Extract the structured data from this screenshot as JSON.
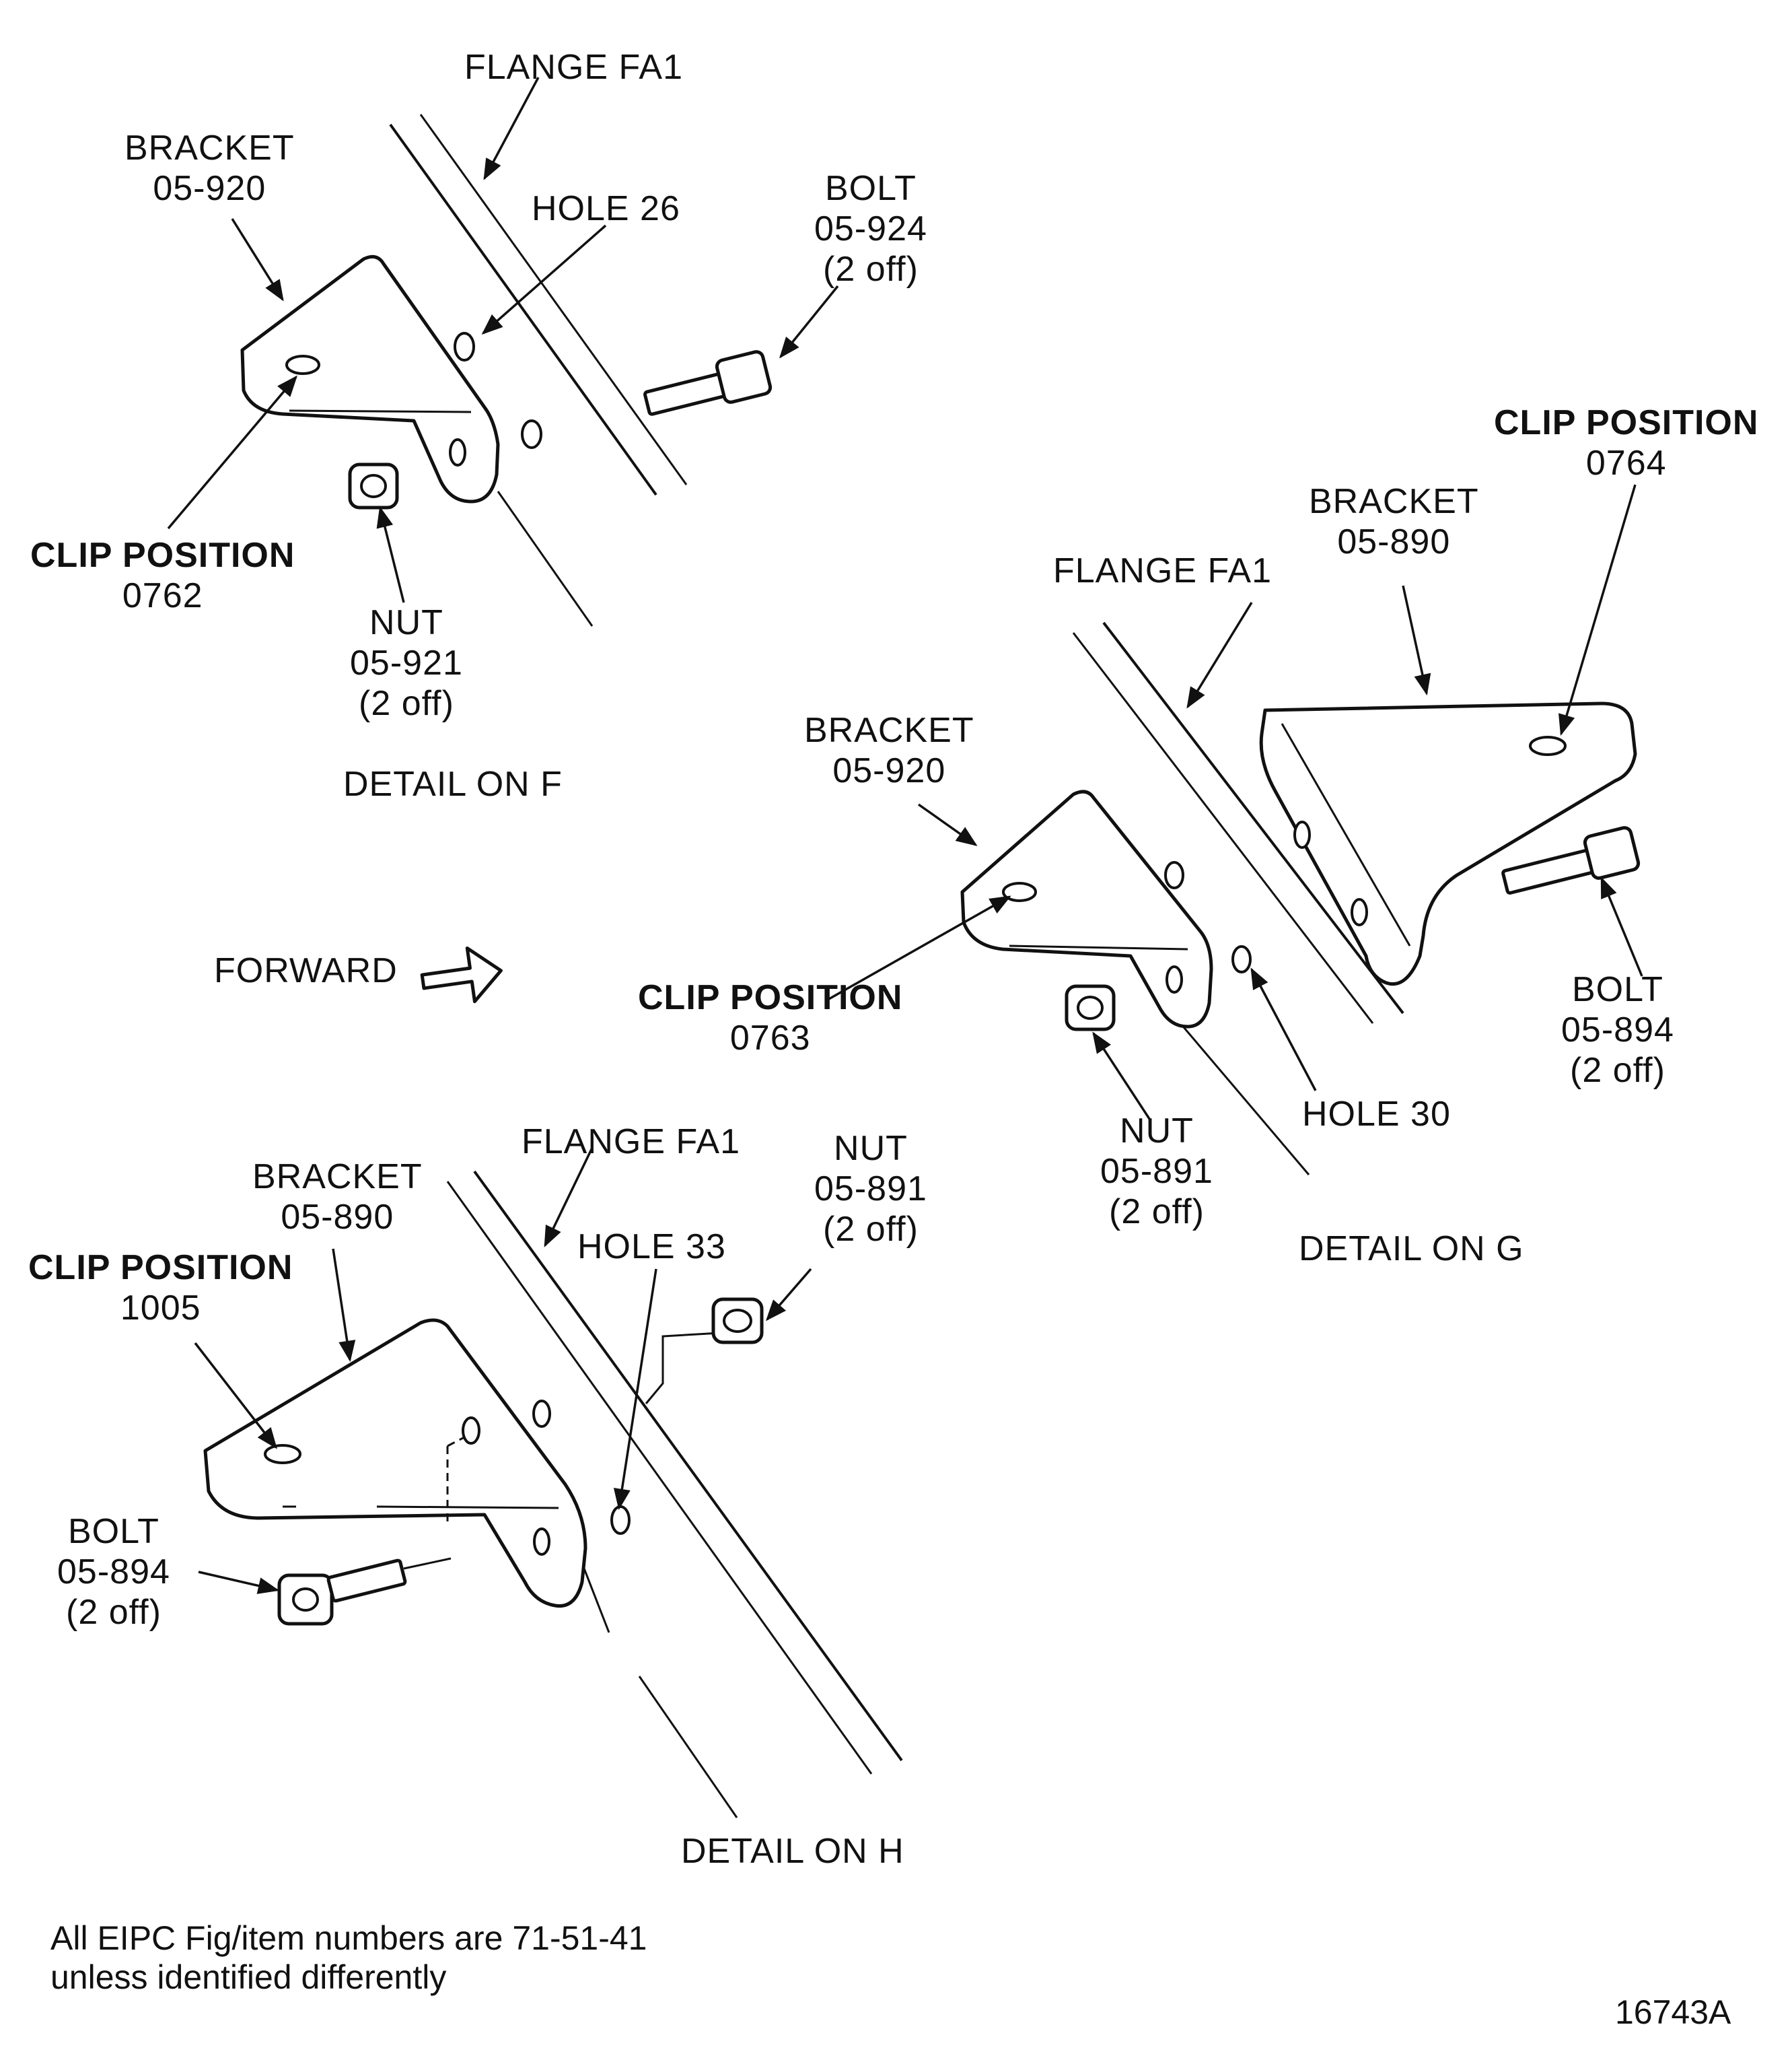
{
  "detail_f": {
    "title": "DETAIL ON F",
    "flange": "FLANGE FA1",
    "bracket": [
      "BRACKET",
      "05-920"
    ],
    "hole": "HOLE 26",
    "bolt": [
      "BOLT",
      "05-924",
      "(2 off)"
    ],
    "clip": [
      "CLIP POSITION",
      "0762"
    ],
    "nut": [
      "NUT",
      "05-921",
      "(2 off)"
    ]
  },
  "detail_g": {
    "title": "DETAIL ON G",
    "clip_right": [
      "CLIP POSITION",
      "0764"
    ],
    "bracket_right": [
      "BRACKET",
      "05-890"
    ],
    "flange": "FLANGE FA1",
    "bracket_left": [
      "BRACKET",
      "05-920"
    ],
    "clip_left": [
      "CLIP POSITION",
      "0763"
    ],
    "bolt": [
      "BOLT",
      "05-894",
      "(2 off)"
    ],
    "hole": "HOLE 30",
    "nut": [
      "NUT",
      "05-891",
      "(2 off)"
    ]
  },
  "detail_h": {
    "title": "DETAIL ON H",
    "flange": "FLANGE FA1",
    "nut": [
      "NUT",
      "05-891",
      "(2 off)"
    ],
    "bracket": [
      "BRACKET",
      "05-890"
    ],
    "hole": "HOLE 33",
    "clip": [
      "CLIP POSITION",
      "1005"
    ],
    "bolt": [
      "BOLT",
      "05-894",
      "(2 off)"
    ]
  },
  "forward": "FORWARD",
  "note": [
    "All EIPC Fig/item numbers are 71-51-41",
    "unless identified differently"
  ],
  "figure_id": "16743A"
}
